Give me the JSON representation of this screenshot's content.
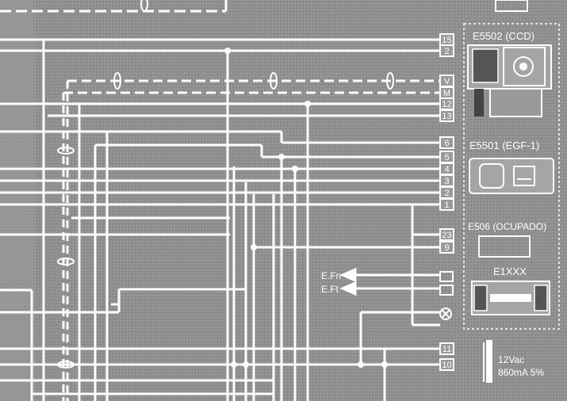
{
  "modules": {
    "ccd": {
      "label": "E5502 (CCD)"
    },
    "egf": {
      "label": "E5501 (EGF-1)"
    },
    "ocupado": {
      "label": "E506 (OCUPADO)"
    },
    "e1xxx": {
      "label": "E1XXX"
    }
  },
  "terminals": {
    "group_a": [
      "15",
      "2"
    ],
    "group_b": [
      "V",
      "M",
      "12",
      "13"
    ],
    "group_c": [
      "6",
      "5",
      "4",
      "3",
      "2",
      "1"
    ],
    "group_d": [
      "23",
      "9"
    ],
    "group_e": [
      "11",
      "10"
    ]
  },
  "arrows": {
    "upper": "E.Fn",
    "lower": "E.Ft"
  },
  "power": {
    "line1": "12Vac",
    "line2": "860mA 5%"
  },
  "colors": {
    "background": "#8f8f8f",
    "line": "#ffffff",
    "box_fill": "#9a9a9a"
  }
}
